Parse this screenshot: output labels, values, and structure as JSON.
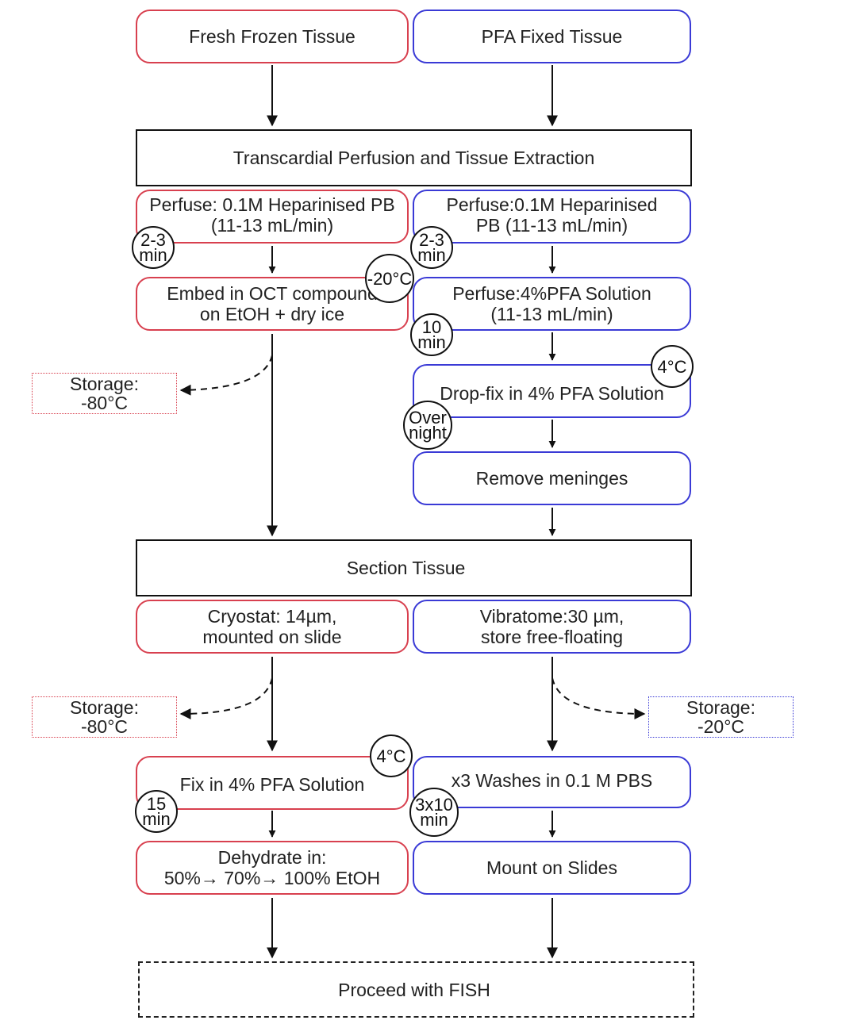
{
  "start": {
    "fresh_frozen": "Fresh Frozen Tissue",
    "pfa_fixed": "PFA Fixed Tissue"
  },
  "perfusion_extraction": "Transcardial Perfusion and Tissue Extraction",
  "frozen_branch": {
    "perfuse": "Perfuse: 0.1M Heparinised PB\n(11-13 mL/min)",
    "perfuse_time": "2-3\nmin",
    "embed": "Embed in OCT compound\non EtOH + dry ice",
    "embed_temp": "-20°C",
    "storage_1": "Storage:\n-80°C",
    "section": "Cryostat: 14µm,\nmounted on slide",
    "storage_2": "Storage:\n-80°C",
    "fix": "Fix in 4% PFA Solution",
    "fix_temp": "4°C",
    "fix_time": "15\nmin",
    "dehydrate": "Dehydrate in:\n50%→ 70%→ 100% EtOH"
  },
  "fixed_branch": {
    "perfuse_pb": "Perfuse:0.1M Heparinised\nPB (11-13 mL/min)",
    "perfuse_pb_time": "2-3\nmin",
    "perfuse_pfa": "Perfuse:4%PFA Solution\n(11-13 mL/min)",
    "perfuse_pfa_time": "10\nmin",
    "drop_fix": "Drop-fix in 4% PFA Solution",
    "drop_fix_temp": "4°C",
    "drop_fix_time": "Over\nnight",
    "remove_meninges": "Remove meninges",
    "section": "Vibratome:30 µm,\nstore free-floating",
    "storage": "Storage:\n-20°C",
    "washes": "x3 Washes in 0.1 M PBS",
    "washes_time": "3x10\nmin",
    "mount": "Mount on Slides"
  },
  "section_tissue": "Section Tissue",
  "final": "Proceed with FISH",
  "colors": {
    "frozen": "#d8404f",
    "fixed": "#3a3ad6",
    "neutral": "#111111"
  }
}
